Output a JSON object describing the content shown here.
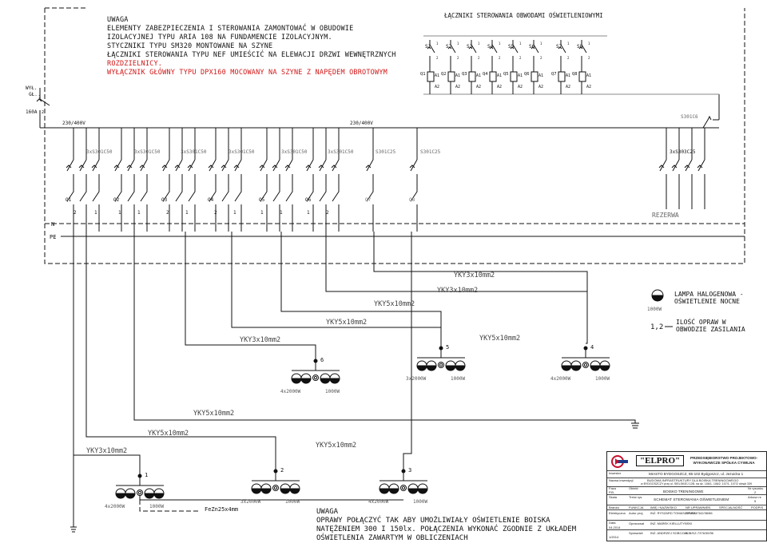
{
  "notes_top": [
    {
      "text": "UWAGA",
      "color": "#111111"
    },
    {
      "text": "ELEMENTY ZABEZPIECZENIA I STEROWANIA ZAMONTOWAĆ W OBUDOWIE",
      "color": "#111111"
    },
    {
      "text": "IZOLACYJNEJ TYPU ARIA 108 NA FUNDAMENCIE IZOLACYJNYM.",
      "color": "#111111"
    },
    {
      "text": "STYCZNIKI TYPU SM320 MONTOWANE NA SZYNE",
      "color": "#111111"
    },
    {
      "text": "ŁĄCZNIKI STEROWANIA TYPU NEF UMIEŚCIĆ NA ELEWACJI DRZWI WEWNĘTRZNYCH",
      "color": "#111111"
    },
    {
      "text": "ROZDZIELNICY.",
      "color": "#d01818"
    },
    {
      "text": "WYŁĄCZNIK GŁÓWNY TYPU DPX160 MOCOWANY NA SZYNE Z NAPĘDEM OBROTOWYM",
      "color": "#d01818"
    }
  ],
  "control_title": "ŁĄCZNIKI STEROWANIA OBWODAMI OŚWIETLENIOWYMI",
  "control_switches": [
    "S1",
    "S2",
    "S3",
    "S4",
    "S5",
    "S6",
    "S7",
    "S8"
  ],
  "coils": [
    "Q1",
    "Q2",
    "Q3",
    "Q4",
    "Q5",
    "Q6",
    "Q7",
    "Q8"
  ],
  "coil_terminals": {
    "a1": "A1",
    "a2": "A2"
  },
  "main_switch": {
    "label_line1": "WYŁ.",
    "label_line2": "GŁ.",
    "rating": "160A",
    "pole1": "1",
    "pole2": "2"
  },
  "bus_voltage": [
    "230/400V",
    "230/400V"
  ],
  "control_breaker": "S301C6",
  "breakers": [
    "3xS301C50",
    "3xS301C50",
    "3xS301C50",
    "3xS301C50",
    "3xS301C50",
    "3xS301C50",
    "S301C25",
    "S301C25",
    "3xS303C25"
  ],
  "contactors": [
    "Q1",
    "Q2",
    "Q3",
    "Q4",
    "Q5",
    "Q6",
    "Q7",
    "Q8"
  ],
  "terminal_nums": [
    "2",
    "1",
    "1",
    "1",
    "2",
    "1",
    "2",
    "1",
    "1",
    "1",
    "1",
    "2",
    "1",
    "1"
  ],
  "reserve": "REZERWA",
  "rails": {
    "n": "N",
    "pe": "PE"
  },
  "cables": [
    "YKY3x10mm2",
    "YKY3x10mm2",
    "YKY5x10mm2",
    "YKY5x10mm2",
    "YKY5x10mm2",
    "YKY3x10mm2",
    "YKY5x10mm2",
    "YKY5x10mm2",
    "YKY5x10mm2",
    "YKY3x10mm2"
  ],
  "poles": [
    "6",
    "5",
    "4",
    "1",
    "2",
    "3"
  ],
  "pole_ratings": [
    {
      "count": "4x2000W",
      "single": "1000W"
    },
    {
      "count": "3x2000W",
      "single": "1000W"
    },
    {
      "count": "4x2000W",
      "single": "1000W"
    },
    {
      "count": "4x2000W",
      "single": "1000W"
    },
    {
      "count": "3x2000W",
      "single": "1000W"
    },
    {
      "count": "4x2000W",
      "single": "1000W"
    }
  ],
  "legend": {
    "lamp_power": "1000W",
    "lamp_line1": "LAMPA HALOGENOWA -",
    "lamp_line2": "OŚWIETLENIE NOCNE",
    "count_example": "1,2",
    "count_line1": "ILOŚĆ OPRAW W",
    "count_line2": "OBWODZIE ZASILANIA"
  },
  "earth_label": "FeZn25x4mm",
  "notes_bottom": [
    "UWAGA",
    "OPRAWY POŁĄCZYĆ TAK ABY UMOŻLIWIAŁY OŚWIETLENIE BOISKA",
    "NATĘŻENIEM 300 I 150lx. POŁĄCZENIA WYKONAĆ ZGODNIE Z UKŁADEM",
    "OŚWIETLENIA ZAWARTYM W OBLICZENIACH"
  ],
  "title_block": {
    "brand": "\"ELPRO\"",
    "company_line1": "PRZEDSIĘBIORSTWO PROJEKTOWO-",
    "company_line2": "WYKONAWCZE SPÓŁKA CYWILNA",
    "investor_label": "Inwestor",
    "investor": "MIASTO BYDGOSZCZ, 85-102 Bydgoszcz, ul. Jezuicka 1",
    "object_label": "Nazwa inwestycji",
    "object_line1": "BUDOWA INFRASTRUKTURY DLA BOISKA TRENINGOWEGO",
    "object_line2": "w BYDGOSZCZY przy ul. SIELSKIEJ 12B, na dz. 106/1, 106/2, 107/1, 107/2 obręb 339",
    "phase_label": "Faza",
    "phase": "P.B.",
    "scope_label": "Obiekt",
    "scope": "BOISKO TRENINGOWE",
    "branch_label": "Skala",
    "branch": "Treść rys.",
    "title": "SCHEMAT STEROWANIA OŚWIETLENIEM",
    "drawing_no_label": "Nr rysunku",
    "drawing_no": "2",
    "sheet_label": "Arkusz nr",
    "sheet": "5",
    "col_headers": [
      "Branża",
      "FUNKCJA",
      "IMIĘ I NAZWISKO",
      "NR UPRAWNIEŃ",
      "SPECJALNOŚĆ",
      "PODPIS"
    ],
    "rows": [
      {
        "branch": "Elektryczna",
        "role": "Autor proj.",
        "name": "INŻ. RYSZARD TOMASZEWSKI",
        "lic": "GP-KZ-7342/38/86"
      },
      {
        "branch": "Data",
        "role": "Opracował",
        "name": "INŻ. MAREK KIEŁLUTYŃSKI",
        "lic": ""
      },
      {
        "branch": "04.2014",
        "role": "Sprawdził",
        "name": "INŻ. ANDRZEJ SOBCZAK",
        "lic": "BJB/KZ-7376/30/96"
      }
    ],
    "sheet_no": "1/2014"
  }
}
